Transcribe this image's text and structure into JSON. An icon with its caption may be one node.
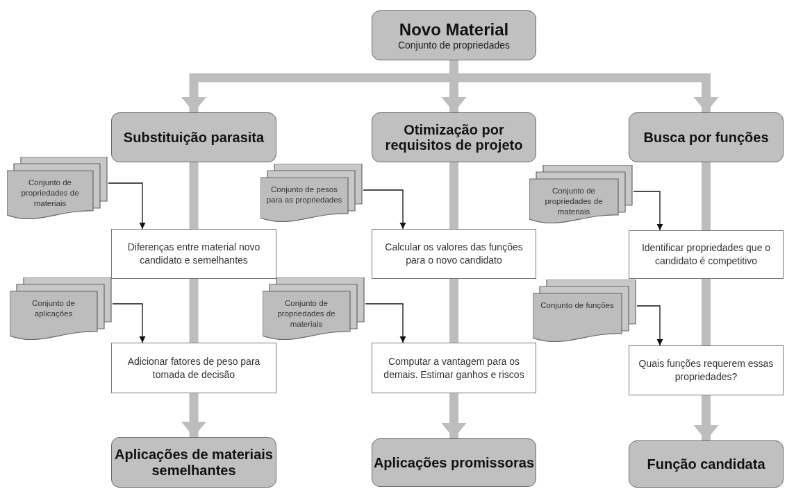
{
  "diagram": {
    "nodes": [
      {
        "text": [
          "Novo Material",
          "Conjunto de propriedades"
        ]
      },
      {
        "text": [
          "Substituição parasita"
        ]
      },
      {
        "text": [
          "Otimização por requisitos de projeto"
        ]
      },
      {
        "text": [
          "Busca por funções"
        ]
      },
      {
        "text": [
          "Conjunto de propriedades de materiais"
        ]
      },
      {
        "text": [
          "Diferenças entre material novo candidato e semelhantes"
        ]
      },
      {
        "text": [
          "Conjunto de aplicações"
        ]
      },
      {
        "text": [
          "Adicionar fatores de peso para tomada de decisão"
        ]
      },
      {
        "text": [
          "Aplicações de materiais semelhantes"
        ]
      },
      {
        "text": [
          "Conjunto de pesos para as propriedades"
        ]
      },
      {
        "text": [
          "Calcular os valores das funções para o novo candidato"
        ]
      },
      {
        "text": [
          "Conjunto de propriedades de materiais"
        ]
      },
      {
        "text": [
          "Computar a vantagem para os demais. Estimar ganhos e riscos"
        ]
      },
      {
        "text": [
          "Aplicações promissoras"
        ]
      },
      {
        "text": [
          "Conjunto de propriedades de materiais"
        ]
      },
      {
        "text": [
          "Identificar propriedades que o candidato é competitivo"
        ]
      },
      {
        "text": [
          "Conjunto de funções"
        ]
      },
      {
        "text": [
          "Quais funções requerem essas propriedades?"
        ]
      },
      {
        "text": [
          "Função candidata"
        ]
      }
    ],
    "edges": [
      {
        "from": 0,
        "to": 1,
        "arrow": "to"
      },
      {
        "from": 0,
        "to": 2,
        "arrow": "to"
      },
      {
        "from": 0,
        "to": 3,
        "arrow": "to"
      },
      {
        "from": 1,
        "to": 5,
        "arrow": "none"
      },
      {
        "from": 5,
        "to": 7,
        "arrow": "none"
      },
      {
        "from": 7,
        "to": 8,
        "arrow": "to"
      },
      {
        "from": 2,
        "to": 10,
        "arrow": "none"
      },
      {
        "from": 10,
        "to": 12,
        "arrow": "none"
      },
      {
        "from": 12,
        "to": 13,
        "arrow": "to"
      },
      {
        "from": 3,
        "to": 15,
        "arrow": "none"
      },
      {
        "from": 15,
        "to": 17,
        "arrow": "none"
      },
      {
        "from": 17,
        "to": 18,
        "arrow": "to"
      },
      {
        "from": 4,
        "to": 5,
        "arrow": "to",
        "color": "#111111"
      },
      {
        "from": 6,
        "to": 7,
        "arrow": "to",
        "color": "#111111"
      },
      {
        "from": 9,
        "to": 10,
        "arrow": "to",
        "color": "#111111"
      },
      {
        "from": 11,
        "to": 12,
        "arrow": "to",
        "color": "#111111"
      },
      {
        "from": 14,
        "to": 15,
        "arrow": "to",
        "color": "#111111"
      },
      {
        "from": 16,
        "to": 17,
        "arrow": "to",
        "color": "#111111"
      }
    ]
  }
}
